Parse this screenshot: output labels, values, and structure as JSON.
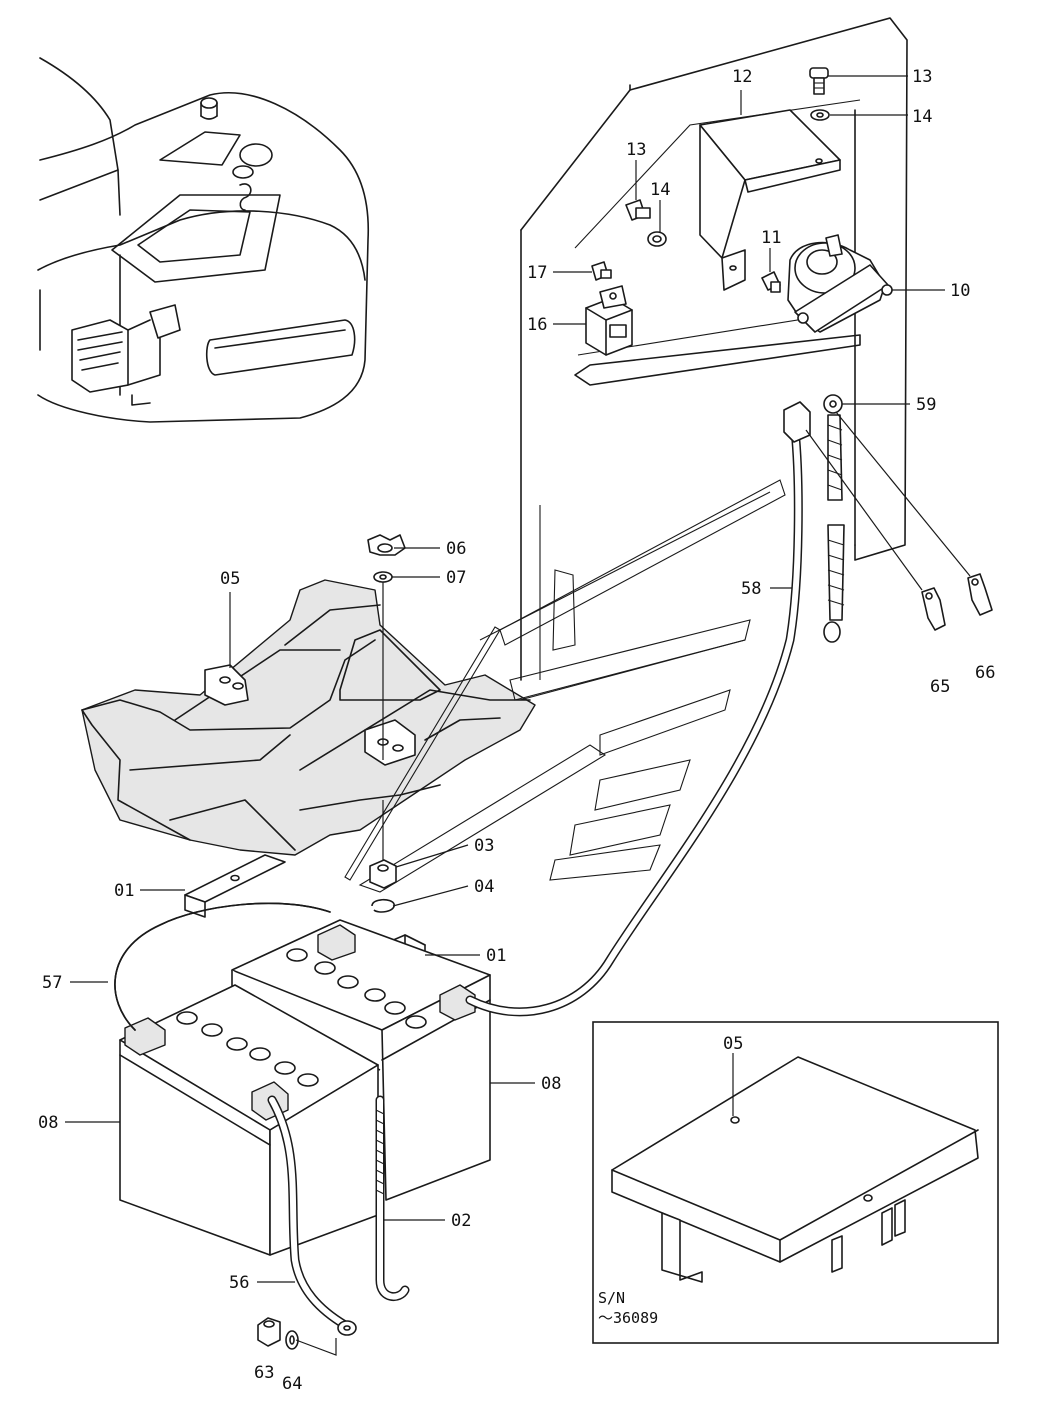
{
  "parts": {
    "p01a": "01",
    "p01b": "01",
    "p02": "02",
    "p03": "03",
    "p04": "04",
    "p05": "05",
    "p06": "06",
    "p07": "07",
    "p08a": "08",
    "p08b": "08",
    "p10": "10",
    "p11": "11",
    "p12": "12",
    "p13a": "13",
    "p13b": "13",
    "p14a": "14",
    "p14b": "14",
    "p16": "16",
    "p17": "17",
    "p56": "56",
    "p57": "57",
    "p58": "58",
    "p59": "59",
    "p63": "63",
    "p64": "64",
    "p65": "65",
    "p66": "66"
  },
  "inset": {
    "part": "05",
    "serial_label": "S/N",
    "serial_range": "～36089"
  }
}
